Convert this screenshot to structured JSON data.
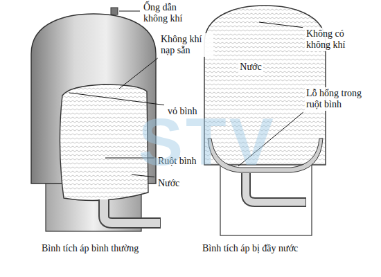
{
  "diagram": {
    "labels": [
      "Ống dẫn không khí",
      "Không khí nạp sẵn",
      "vỏ bình",
      "Ruột bình",
      "Nước",
      "Nước",
      "Không có không khí",
      "Lỗ hổng trong ruột bình",
      "Bình tích áp bình thường",
      "Bình tích áp bị đầy nước",
      "STV"
    ]
  }
}
